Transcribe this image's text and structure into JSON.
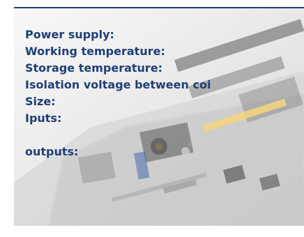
{
  "colors": {
    "text": "#1f3f76",
    "rule": "#1f3f76"
  },
  "background": {
    "image_description_icon": "circuit-board-photo-icon"
  },
  "specs": [
    {
      "label": "Power supply:"
    },
    {
      "label": "Working temperature:"
    },
    {
      "label": "Storage temperature:"
    },
    {
      "label": "Isolation voltage between coi"
    },
    {
      "label": "Size:"
    },
    {
      "label": "Iputs:"
    },
    {
      "label": "outputs:"
    }
  ]
}
